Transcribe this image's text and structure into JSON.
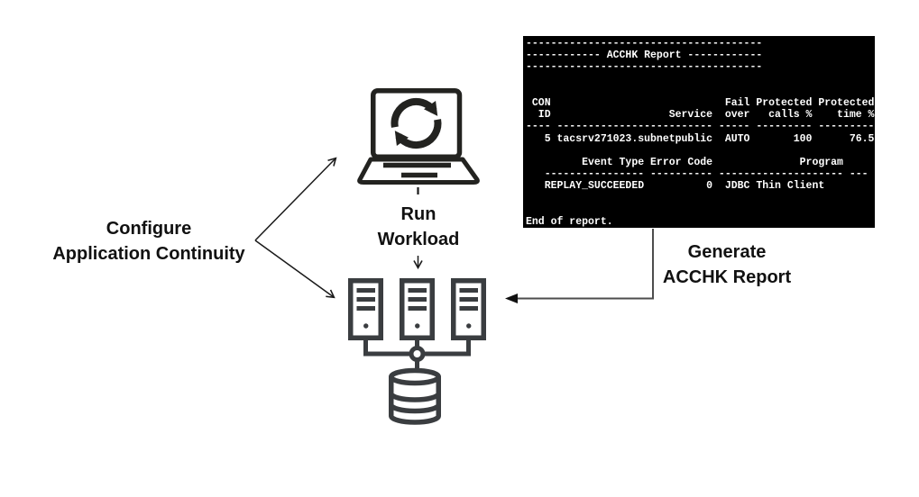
{
  "labels": {
    "configure": {
      "line1": "Configure",
      "line2": "Application Continuity"
    },
    "run_workload": {
      "line1": "Run",
      "line2": "Workload"
    },
    "generate_report": {
      "line1": "Generate",
      "line2": "ACCHK Report"
    }
  },
  "terminal": {
    "title": "ACCHK Report",
    "text": "--------------------------------------\n------------ ACCHK Report ------------\n--------------------------------------\n\n\n CON                            Fail Protected Protected\n  ID                   Service  over   calls %    time %\n---- ------------------------- ----- --------- ---------\n   5 tacsrv271023.subnetpublic  AUTO       100      76.5\n\n         Event Type Error Code              Program\n   ---------------- ---------- -------------------- ---\n   REPLAY_SUCCEEDED          0  JDBC Thin Client\n\n\nEnd of report.",
    "service_table": {
      "headers": [
        "CON ID",
        "Service",
        "Failover",
        "Protected calls %",
        "Protected time %"
      ],
      "rows": [
        [
          "5",
          "tacsrv271023.subnetpublic",
          "AUTO",
          "100",
          "76.5"
        ]
      ]
    },
    "event_table": {
      "headers": [
        "Event Type",
        "Error Code",
        "Program"
      ],
      "rows": [
        [
          "REPLAY_SUCCEEDED",
          "0",
          "JDBC Thin Client"
        ]
      ]
    },
    "footer": "End of report."
  },
  "icons": {
    "laptop": "laptop-with-sync-arrows",
    "sync": "sync-refresh-arrows",
    "servers": "three-tower-servers",
    "database": "database-cylinder"
  },
  "colors": {
    "background": "#ffffff",
    "terminal_bg": "#000000",
    "terminal_text": "#ffffff",
    "laptop_stroke": "#232320",
    "server_stroke": "#3a3d40",
    "label_text": "#111111",
    "thin_arrow": "#1a1a1a",
    "connector_line": "#4d4d4d"
  }
}
